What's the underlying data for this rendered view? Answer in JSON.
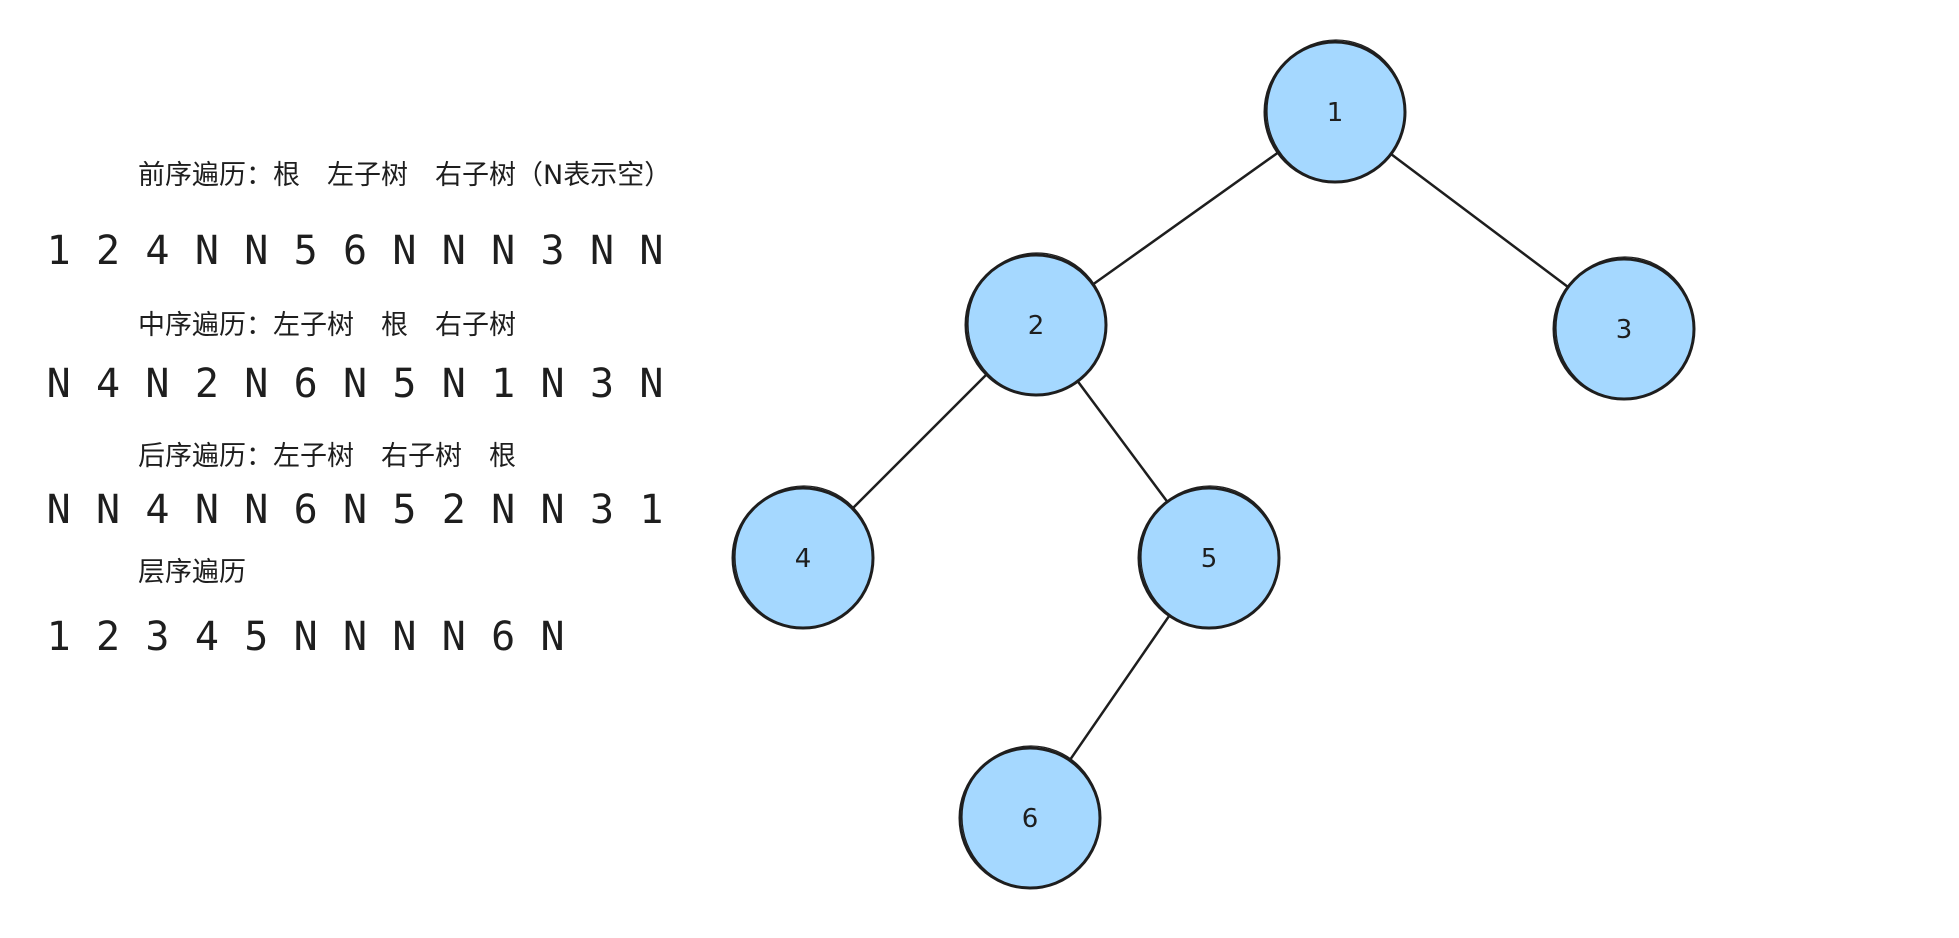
{
  "traversals": [
    {
      "id": "preorder",
      "caption": "前序遍历：根　左子树　右子树（N表示空）",
      "sequence": [
        "1",
        "2",
        "4",
        "N",
        "N",
        "5",
        "6",
        "N",
        "N",
        "N",
        "3",
        "N",
        "N"
      ]
    },
    {
      "id": "inorder",
      "caption": "中序遍历：左子树　根　右子树",
      "sequence": [
        "N",
        "4",
        "N",
        "2",
        "N",
        "6",
        "N",
        "5",
        "N",
        "1",
        "N",
        "3",
        "N"
      ]
    },
    {
      "id": "postorder",
      "caption": "后序遍历：左子树　右子树　根",
      "sequence": [
        "N",
        "N",
        "4",
        "N",
        "N",
        "6",
        "N",
        "5",
        "2",
        "N",
        "N",
        "3",
        "1"
      ]
    },
    {
      "id": "levelorder",
      "caption": "层序遍历",
      "sequence": [
        "1",
        "2",
        "3",
        "4",
        "5",
        "N",
        "N",
        "N",
        "N",
        "6",
        "N"
      ]
    }
  ],
  "tree": {
    "node_fill": "#a5d8ff",
    "node_stroke": "#1e1e1e",
    "nodes": [
      {
        "id": "n1",
        "label": "1"
      },
      {
        "id": "n2",
        "label": "2"
      },
      {
        "id": "n3",
        "label": "3"
      },
      {
        "id": "n4",
        "label": "4"
      },
      {
        "id": "n5",
        "label": "5"
      },
      {
        "id": "n6",
        "label": "6"
      }
    ],
    "edges": [
      {
        "from": "n1",
        "to": "n2"
      },
      {
        "from": "n1",
        "to": "n3"
      },
      {
        "from": "n2",
        "to": "n4"
      },
      {
        "from": "n2",
        "to": "n5"
      },
      {
        "from": "n5",
        "to": "n6"
      }
    ]
  }
}
